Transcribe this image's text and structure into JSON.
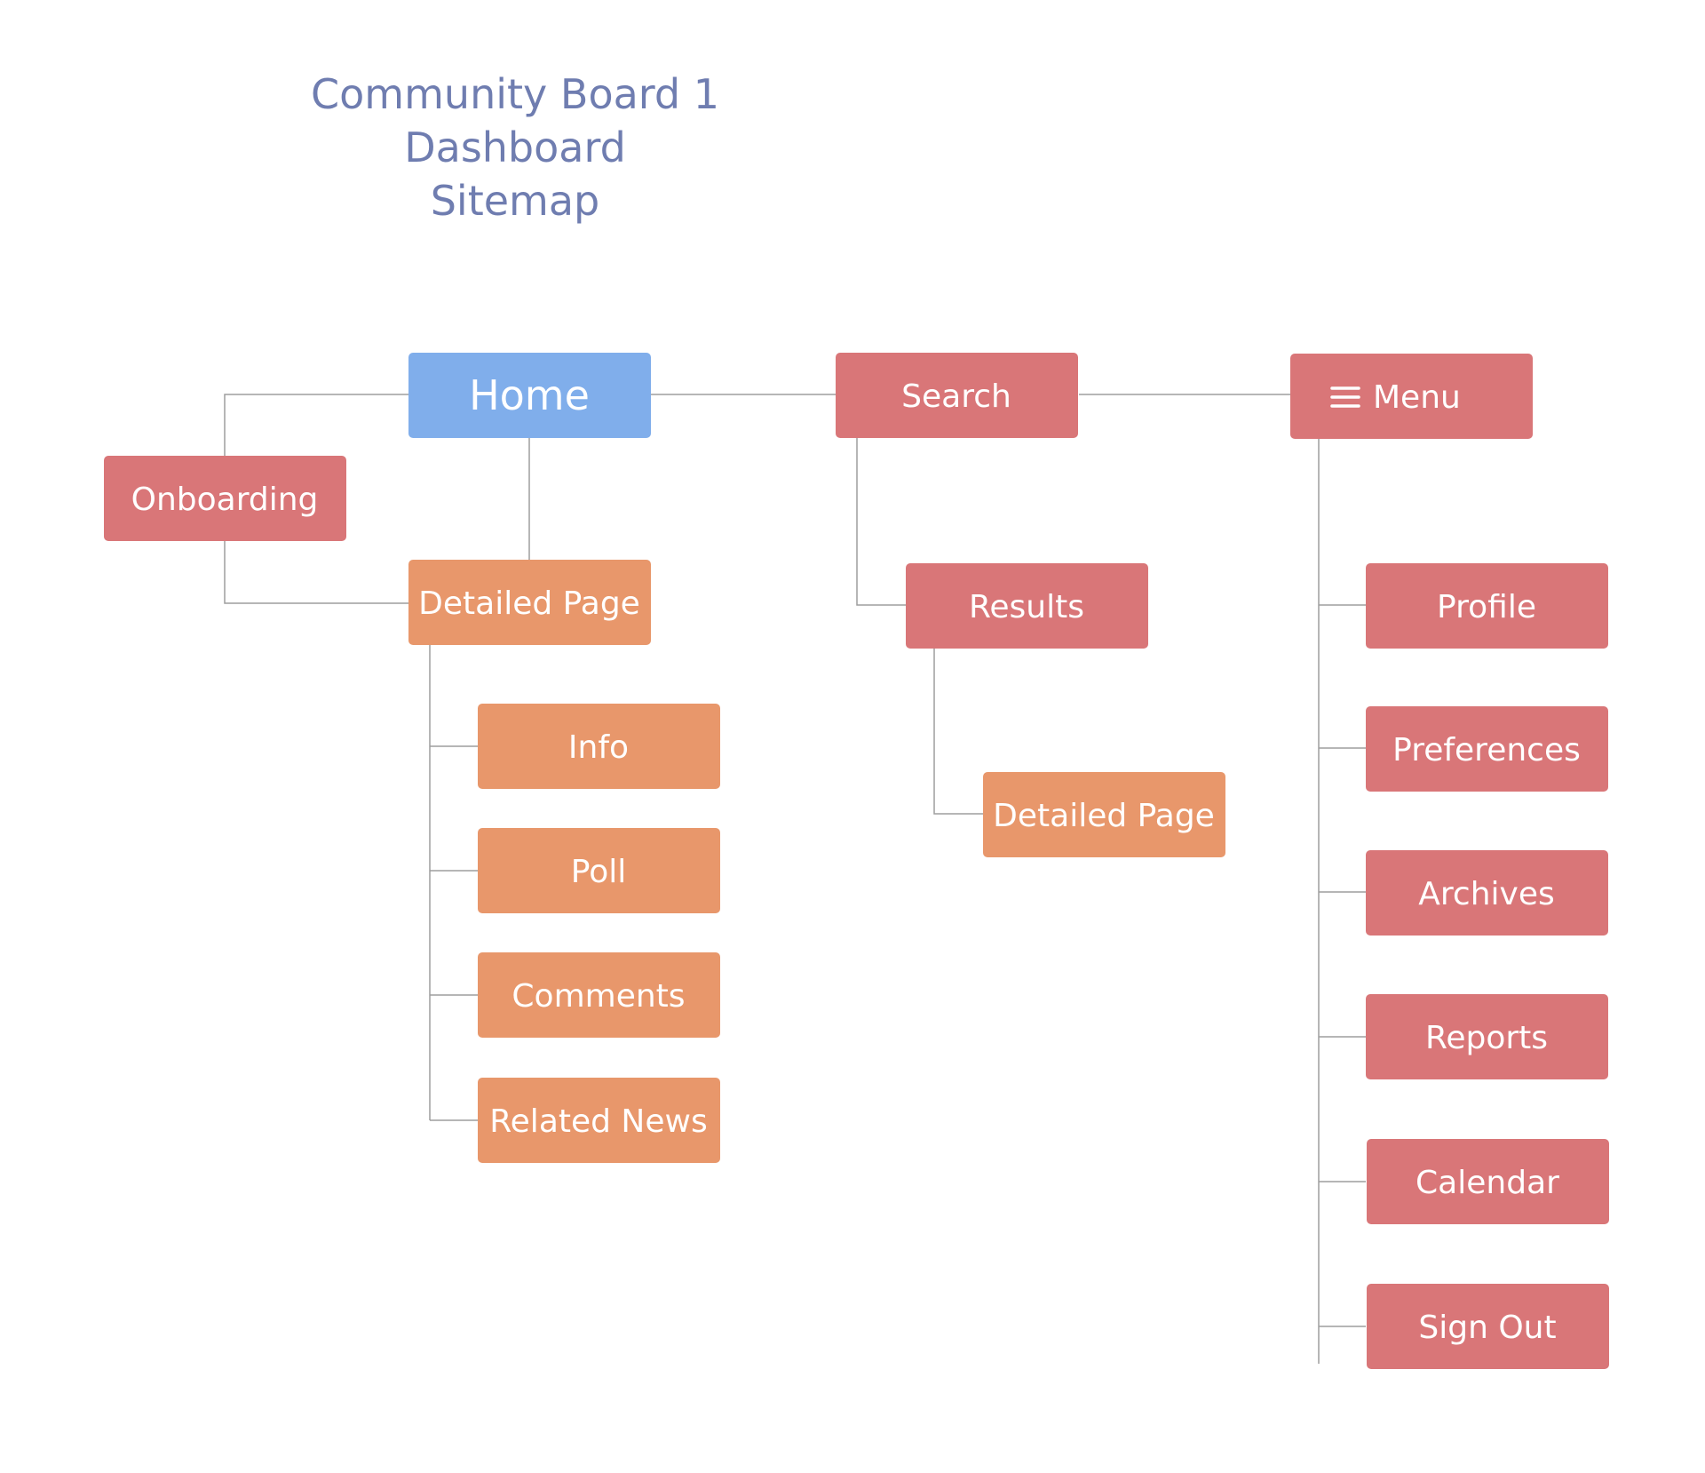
{
  "title": {
    "lines": [
      "Community Board 1",
      "Dashboard",
      "Sitemap"
    ]
  },
  "colors": {
    "home": "#80aeeb",
    "primary": "#d97678",
    "secondary": "#e8976b",
    "connector": "#9e9e9e",
    "title": "#6f7db0"
  },
  "icons": {
    "menu": "hamburger-menu-icon"
  },
  "nodes": {
    "home": {
      "label": "Home",
      "style": "home"
    },
    "onboarding": {
      "label": "Onboarding",
      "style": "primary"
    },
    "home_detailed_page": {
      "label": "Detailed Page",
      "style": "secondary"
    },
    "info": {
      "label": "Info",
      "style": "secondary"
    },
    "poll": {
      "label": "Poll",
      "style": "secondary"
    },
    "comments": {
      "label": "Comments",
      "style": "secondary"
    },
    "related_news": {
      "label": "Related News",
      "style": "secondary"
    },
    "search": {
      "label": "Search",
      "style": "primary"
    },
    "results": {
      "label": "Results",
      "style": "primary"
    },
    "results_detailed_page": {
      "label": "Detailed Page",
      "style": "secondary"
    },
    "menu": {
      "label": "Menu",
      "style": "primary"
    },
    "profile": {
      "label": "Profile",
      "style": "primary"
    },
    "preferences": {
      "label": "Preferences",
      "style": "primary"
    },
    "archives": {
      "label": "Archives",
      "style": "primary"
    },
    "reports": {
      "label": "Reports",
      "style": "primary"
    },
    "calendar": {
      "label": "Calendar",
      "style": "primary"
    },
    "sign_out": {
      "label": "Sign Out",
      "style": "primary"
    }
  }
}
